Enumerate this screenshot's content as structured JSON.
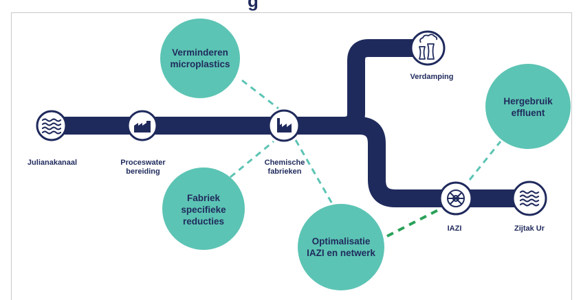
{
  "title_fragment": "g",
  "colors": {
    "pipe": "#1f2a5c",
    "bubble": "#5cc4b4",
    "dash": "#5cc4b4",
    "dash_strong": "#2aa15a",
    "node_fill": "#ffffff"
  },
  "nodes": [
    {
      "id": "julianakanaal",
      "label": "Julianakanaal",
      "icon": "water-waves-icon"
    },
    {
      "id": "proceswater",
      "label": "Proceswater\nbereiding",
      "icon": "factory-icon"
    },
    {
      "id": "chemische",
      "label": "Chemische\nfabrieken",
      "icon": "factory-icon"
    },
    {
      "id": "verdamping",
      "label": "Verdamping",
      "icon": "cooling-tower-icon"
    },
    {
      "id": "iazi",
      "label": "IAZI",
      "icon": "treatment-plant-icon"
    },
    {
      "id": "zijtak",
      "label": "Zijtak Ur",
      "icon": "water-waves-icon"
    }
  ],
  "bubbles": [
    {
      "id": "microplastics",
      "label": "Verminderen\nmicroplastics"
    },
    {
      "id": "hergebruik",
      "label": "Hergebruik\neffluent"
    },
    {
      "id": "fabriek",
      "label": "Fabriek\nspecifieke\nreducties"
    },
    {
      "id": "optimalisatie",
      "label": "Optimalisatie\nIAZI en netwerk"
    }
  ]
}
